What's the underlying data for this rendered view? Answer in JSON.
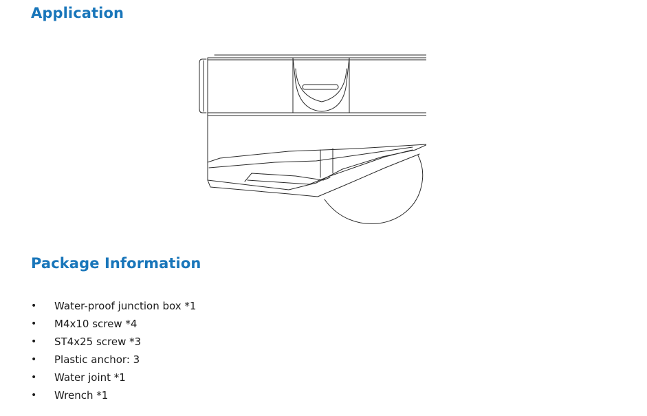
{
  "application": {
    "heading": "Application",
    "illustration": "junction-box-with-dome-camera-drawing"
  },
  "package": {
    "heading": "Package Information",
    "bullet": "•",
    "items": [
      "Water-proof junction box *1",
      "M4x10 screw *4",
      "ST4x25 screw *3",
      "Plastic anchor: 3",
      "Water joint *1",
      "Wrench *1"
    ]
  },
  "colors": {
    "heading": "#1976ba",
    "body_text": "#1a1a1a",
    "line_art": "#2a2a2a"
  }
}
